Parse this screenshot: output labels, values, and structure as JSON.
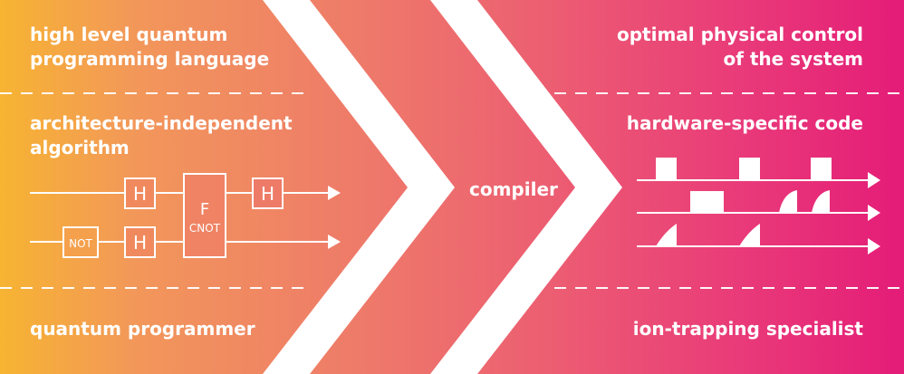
{
  "left": {
    "top_label_line1": "high level quantum",
    "top_label_line2": "programming language",
    "mid_label_line1": "architecture-independent",
    "mid_label_line2": "algorithm",
    "bottom_label": "quantum programmer"
  },
  "center": {
    "label": "compiler"
  },
  "right": {
    "top_label_line1": "optimal physical control",
    "top_label_line2": "of the system",
    "mid_label": "hardware-specific code",
    "bottom_label": "ion-trapping specialist"
  },
  "circuit": {
    "gate_h": "H",
    "gate_not": "NOT",
    "gate_f": "F",
    "gate_cnot": "CNOT"
  }
}
